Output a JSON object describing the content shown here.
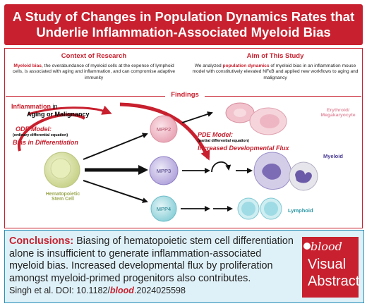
{
  "title": {
    "line1": "A Study of Changes in Population Dynamics Rates that",
    "line2": "Underlie Inflammation-Associated Myeloid Bias"
  },
  "context": {
    "heading": "Context of Research",
    "term": "Myeloid bias",
    "body": ", the overabundance of myeloid cells at the expense of lymphoid cells, is associated with aging and inflammation, and can compromise adaptive immunity"
  },
  "aim": {
    "heading": "Aim of This Study",
    "pre": "We analyzed ",
    "term": "population dynamics",
    "body": " of myeloid bias in an inflammation mouse model with constitutively elevated NFκB and applied new workflows to aging and malignancy"
  },
  "findings": {
    "heading": "Findings"
  },
  "diagram": {
    "inflammation": "Inflammation",
    "in": " in",
    "context_line": "Aging or Malignancy",
    "ode_title": "ODE Model:",
    "ode_sub": "(ordinary differential equation)",
    "ode_result": "Bias in Differentiation",
    "pde_title": "PDE Model:",
    "pde_sub": "(partial differential equation)",
    "pde_result": "Increased Developmental Flux",
    "hsc_label_1": "Hematopoietic",
    "hsc_label_2": "Stem Cell",
    "mpp2": "MPP2",
    "mpp3": "MPP3",
    "mpp4": "MPP4",
    "erythroid_1": "Erythroid/",
    "erythroid_2": "Megakaryocyte",
    "myeloid": "Myeloid",
    "lymphoid": "Lymphoid"
  },
  "conclusions": {
    "heading": "Conclusions:",
    "body": " Biasing of hematopoietic stem cell differentiation alone is insufficient to generate inflammation-associated myeloid bias. Increased developmental flux by proliferation amongst myeloid-primed progenitors also contributes."
  },
  "citation": {
    "pre": "Singh et al. DOI: 10.1182/",
    "journal": "blood",
    "post": ".2024025598"
  },
  "badge": {
    "logo": "blood",
    "line1": "Visual",
    "line2": "Abstract"
  },
  "colors": {
    "brand_red": "#c8202e",
    "conclusion_bg": "#dff1f8",
    "conclusion_border": "#2b8fb7"
  }
}
